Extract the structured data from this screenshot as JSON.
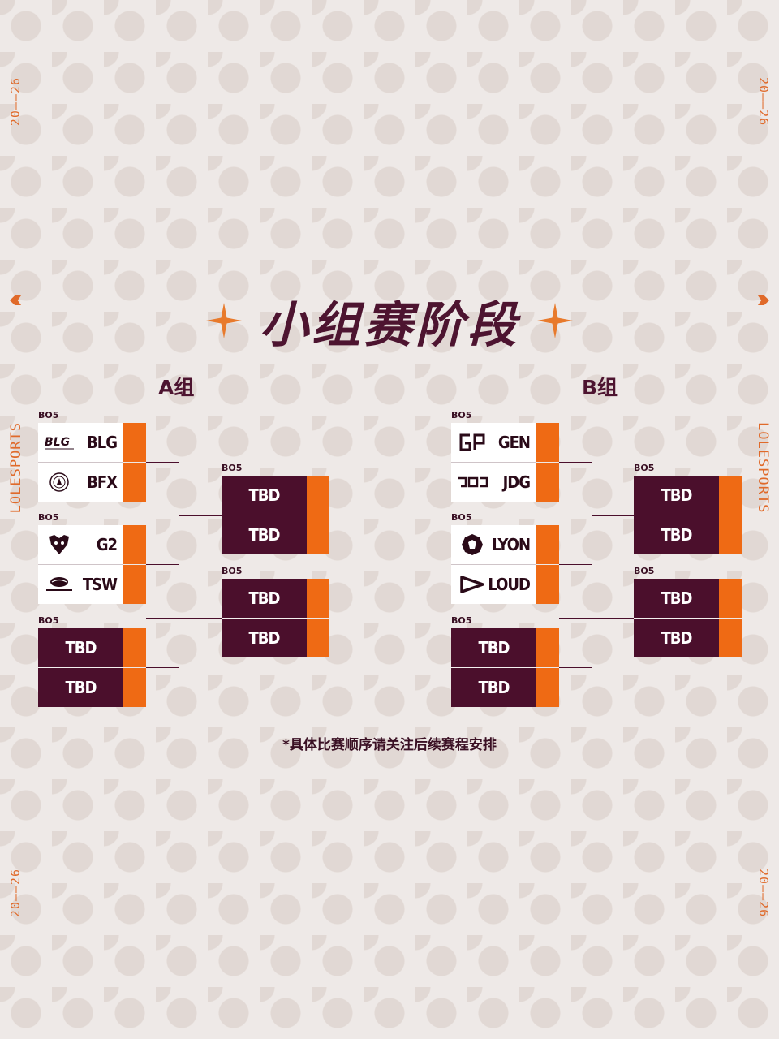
{
  "side": {
    "year_top": "20",
    "year_bottom": "26",
    "brand": "LOLESPORTS"
  },
  "title": "小组赛阶段",
  "groups": [
    {
      "label": "A组",
      "round1": [
        {
          "bo": "BO5",
          "teams": [
            {
              "name": "BLG",
              "logo": "blg-logo-icon"
            },
            {
              "name": "BFX",
              "logo": "bfx-logo-icon"
            }
          ],
          "style": "light"
        },
        {
          "bo": "BO5",
          "teams": [
            {
              "name": "G2",
              "logo": "g2-logo-icon"
            },
            {
              "name": "TSW",
              "logo": "tsw-logo-icon"
            }
          ],
          "style": "light"
        },
        {
          "bo": "BO5",
          "teams": [
            {
              "name": "TBD"
            },
            {
              "name": "TBD"
            }
          ],
          "style": "dark"
        }
      ],
      "round2": [
        {
          "bo": "BO5",
          "teams": [
            {
              "name": "TBD"
            },
            {
              "name": "TBD"
            }
          ]
        },
        {
          "bo": "BO5",
          "teams": [
            {
              "name": "TBD"
            },
            {
              "name": "TBD"
            }
          ]
        }
      ]
    },
    {
      "label": "B组",
      "round1": [
        {
          "bo": "BO5",
          "teams": [
            {
              "name": "GEN",
              "logo": "gen-logo-icon"
            },
            {
              "name": "JDG",
              "logo": "jdg-logo-icon"
            }
          ],
          "style": "light"
        },
        {
          "bo": "BO5",
          "teams": [
            {
              "name": "LYON",
              "logo": "lyon-logo-icon"
            },
            {
              "name": "LOUD",
              "logo": "loud-logo-icon"
            }
          ],
          "style": "light"
        },
        {
          "bo": "BO5",
          "teams": [
            {
              "name": "TBD"
            },
            {
              "name": "TBD"
            }
          ],
          "style": "dark"
        }
      ],
      "round2": [
        {
          "bo": "BO5",
          "teams": [
            {
              "name": "TBD"
            },
            {
              "name": "TBD"
            }
          ]
        },
        {
          "bo": "BO5",
          "teams": [
            {
              "name": "TBD"
            },
            {
              "name": "TBD"
            }
          ]
        }
      ]
    }
  ],
  "note": "*具体比赛顺序请关注后续赛程安排",
  "colors": {
    "primary": "#4b0f2c",
    "accent": "#ef6a14",
    "background": "#eee9e7"
  }
}
